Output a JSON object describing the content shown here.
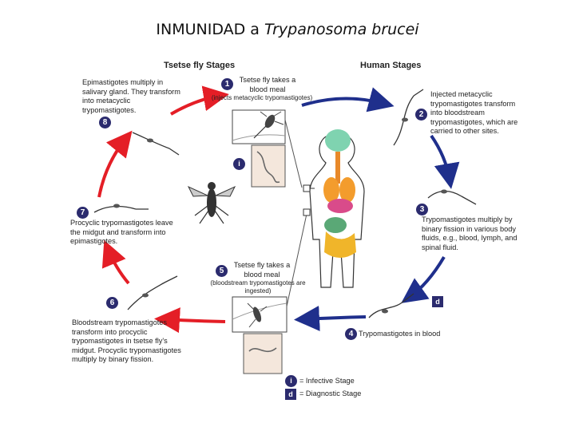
{
  "title": {
    "main": "INMUNIDAD a ",
    "italic": "Trypanosoma brucei"
  },
  "headers": {
    "tsetse": "Tsetse fly Stages",
    "human": "Human Stages"
  },
  "steps": [
    {
      "num": "1",
      "text": "Tsetse fly takes a blood meal",
      "sub": "(injects metacyclic trypomastigotes)"
    },
    {
      "num": "2",
      "text": "Injected metacyclic trypomastigotes transform into bloodstream trypomastigotes, which are carried to other sites."
    },
    {
      "num": "3",
      "text": "Trypomastigotes multiply by binary fission in various body fluids, e.g., blood, lymph, and spinal fluid."
    },
    {
      "num": "4",
      "text": "Trypomastigotes in blood"
    },
    {
      "num": "5",
      "text": "Tsetse fly takes a blood meal",
      "sub": "(bloodstream trypomastigotes are ingested)"
    },
    {
      "num": "6",
      "text": "Bloodstream trypomastigotes transform into procyclic trypomastigotes in tsetse fly's midgut. Procyclic trypomastigotes multiply by binary fission."
    },
    {
      "num": "7",
      "text": "Procyclic trypomastigotes leave the midgut and transform into epimastigotes."
    },
    {
      "num": "8",
      "text": "Epimastigotes multiply in salivary gland. They transform into metacyclic trypomastigotes."
    }
  ],
  "stage_markers": {
    "infective": "i",
    "diagnostic": "d"
  },
  "legend": [
    {
      "marker": "i",
      "label": "= Infective Stage"
    },
    {
      "marker": "d",
      "label": "= Diagnostic Stage"
    }
  ],
  "colors": {
    "tsetse_arrow": "#e41e26",
    "human_arrow": "#1f2f8c",
    "badge": "#2b2b6e"
  }
}
